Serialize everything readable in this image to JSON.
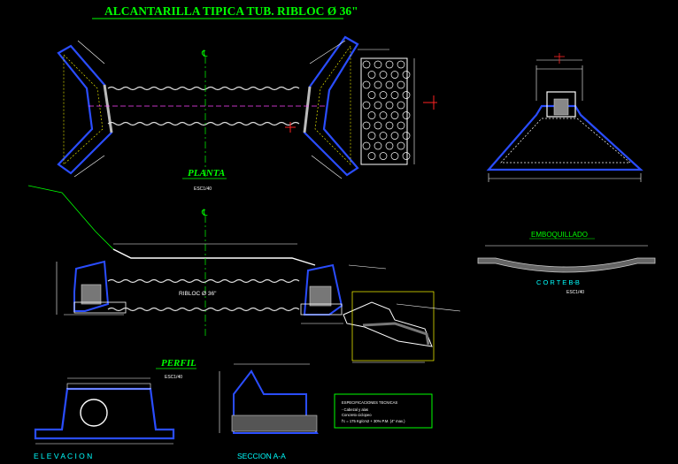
{
  "drawing": {
    "title": "ALCANTARILLA TIPICA TUB. RIBLOC Ø 36\"",
    "views": {
      "planta": {
        "title": "PLANTA",
        "scale": "ESC1/40"
      },
      "perfil": {
        "title": "PERFIL",
        "scale": "ESC1/40",
        "pipe_label": "RIBLOC Ø 36\""
      },
      "elevacion": {
        "title": "E L E V A C I O N"
      },
      "seccion_aa": {
        "title": "SECCION A-A"
      },
      "corte_bb": {
        "title": "C O R T E  B-B",
        "scale": "ESC1/40"
      },
      "emboquillado": {
        "title": "EMBOQUILLADO"
      }
    },
    "specs": {
      "heading": "ESPECIFICACIONES TECNICAS",
      "line1": "- Cabezal y alas",
      "line2": "  Concreto ciclopeo",
      "line3": "f'c = 175 Kg/cm2 + 30% P.M. (4\" max.)"
    },
    "colors": {
      "background": "#000000",
      "title_green": "#00ff00",
      "structure_blue": "#2a4dff",
      "dimension_white": "#ffffff",
      "dimension_yellow": "#ffff00",
      "cyan": "#00ffff",
      "magenta": "#ff44ff",
      "red": "#ff2222",
      "gray": "#bbbbbb"
    }
  }
}
